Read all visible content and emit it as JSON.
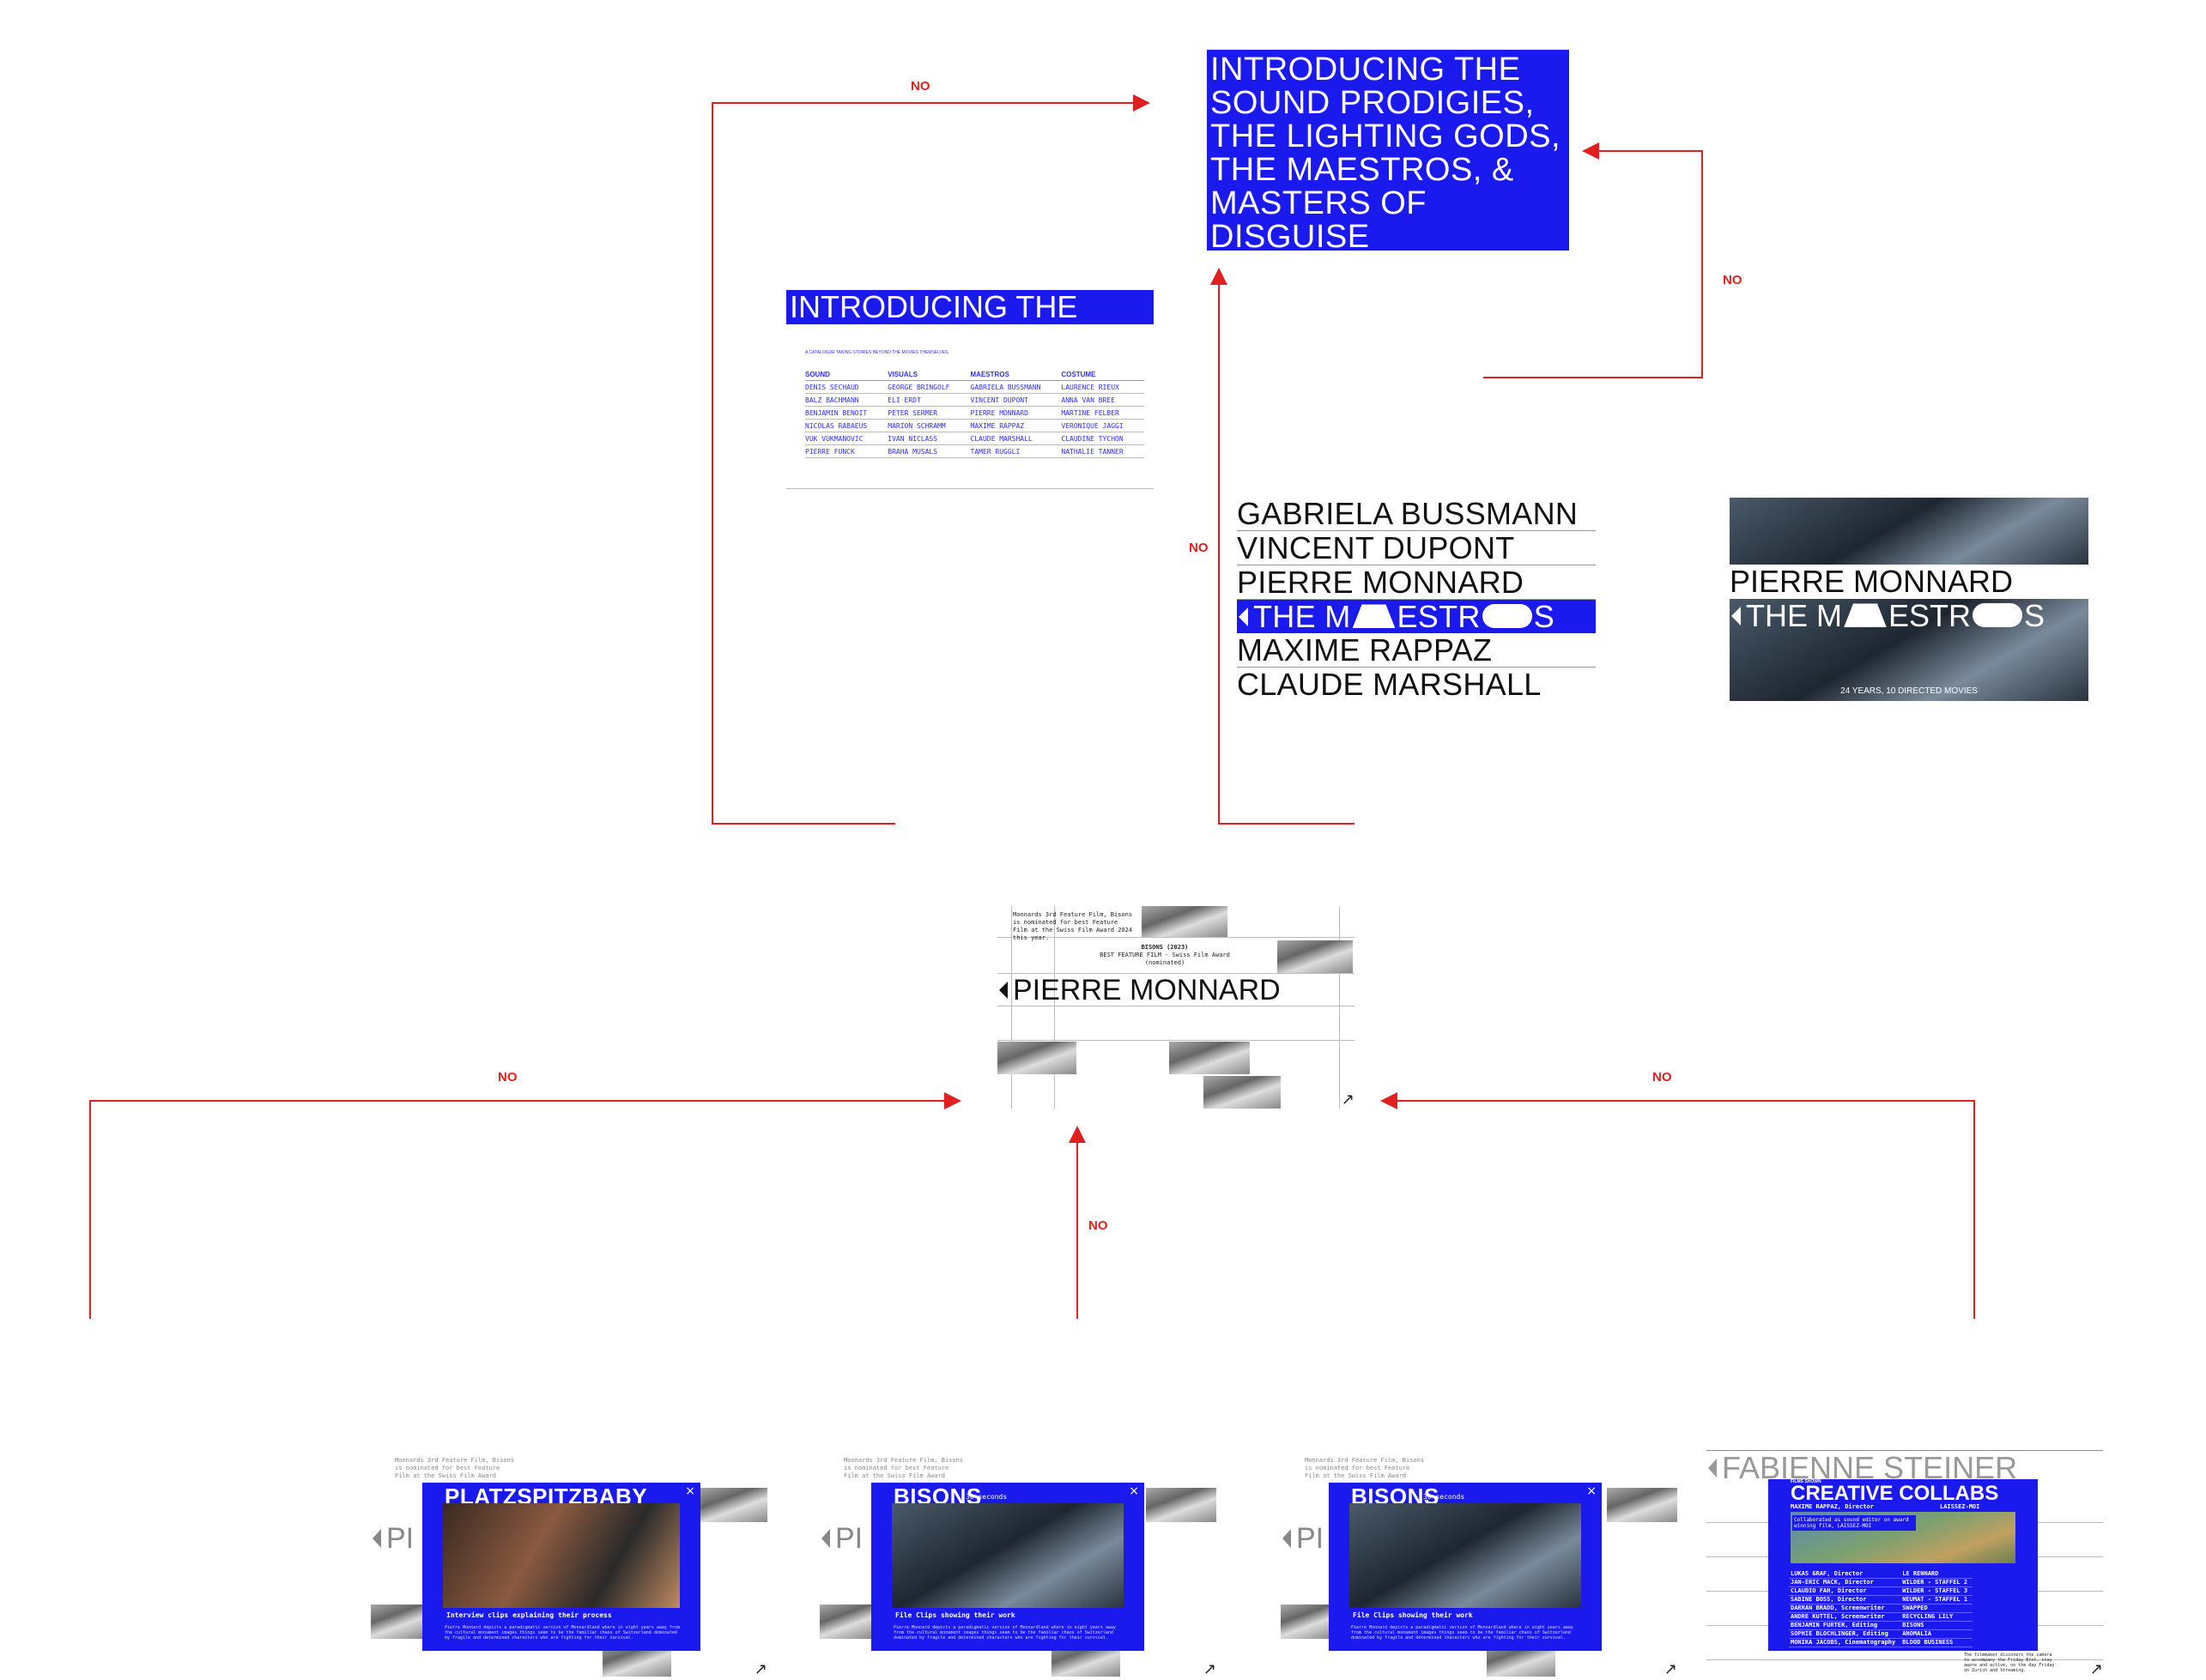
{
  "connectors": {
    "no_label": "NO"
  },
  "hero": {
    "title_lines": [
      "INTRODUCING THE",
      "SOUND PRODIGIES,",
      "THE LIGHTING GODS,",
      "THE MAESTROS, &",
      "MASTERS OF DISGUISE"
    ],
    "subtitle": "A CATALOGUE TAKING STORIES BEYOND THE MOVIES THEMSELVES."
  },
  "intro": {
    "title": "INTRODUCING THE",
    "subtitle": "A CATALOGUE TAKING STORIES BEYOND THE MOVIES THEMSELVES.",
    "columns": [
      "SOUND",
      "VISUALS",
      "MAESTROS",
      "COSTUME"
    ],
    "rows": [
      [
        "DENIS SECHAUD",
        "GEORGE BRINGOLF",
        "GABRIELA BUSSMANN",
        "LAURENCE RIEUX"
      ],
      [
        "BALZ BACHMANN",
        "ELI ERDT",
        "VINCENT DUPONT",
        "ANNA VAN BREE"
      ],
      [
        "BENJAMIN BENOIT",
        "PETER SERMER",
        "PIERRE MONNARD",
        "MARTINE FELBER"
      ],
      [
        "NICOLAS RABAEUS",
        "MARION SCHRAMM",
        "MAXIME RAPPAZ",
        "VERONIQUE JAGGI"
      ],
      [
        "VUK VUKMANOVIC",
        "IVAN NICLASS",
        "CLAUDE MARSHALL",
        "CLAUDINE TYCHON"
      ],
      [
        "PIERRE FUNCK",
        "BRAHA MUSALS",
        "TAMER RUGGLI",
        "NATHALIE TANNER"
      ]
    ]
  },
  "maestros_list": {
    "names": [
      "GABRIELA BUSSMANN",
      "VINCENT DUPONT",
      "PIERRE MONNARD",
      "MAXIME RAPPAZ",
      "CLAUDE MARSHALL"
    ],
    "selected_label_parts": [
      "THE M",
      "ESTR",
      "S"
    ]
  },
  "maestro_hover": {
    "name": "PIERRE MONNARD",
    "label_parts": [
      "THE M",
      "ESTR",
      "S"
    ],
    "caption": "24 YEARS, 10 DIRECTED MOVIES"
  },
  "profile": {
    "intro_text": "Monnards 3rd Feature Film, Bisons is nominated for best Feature Film at the Swiss Film Award 2024 this year.",
    "film_line1": "BISONS (2023)",
    "film_line2": "BEST FEATURE FILM - Swiss Film Award",
    "film_line3": "(nominated)",
    "name": "PIERRE MONNARD",
    "arrow": "↗"
  },
  "cards": [
    {
      "bg_text": "Monnards 3rd Feature Film, Bisons is nominated for best Feature Film at the Swiss Film Award",
      "bg_name": "PI",
      "title": "PLATZSPITZBABY",
      "duration": "",
      "caption": "Interview clips explaining their process",
      "text": "Pierre Monnard depicts a paradigmatic version of Monnardland where in eight years away from the cultural monument images things seem to be the familiar chaos of Switzerland dominated by fragile and determined characters who are fighting for their survival.",
      "close": "×",
      "arrow": "↗"
    },
    {
      "bg_text": "Monnards 3rd Feature Film, Bisons is nominated for best Feature Film at the Swiss Film Award",
      "bg_name": "PI",
      "title": "BISONS",
      "duration": "30 seconds",
      "caption": "File Clips showing their work",
      "text": "Pierre Monnard depicts a paradigmatic version of Monnardland where in eight years away from the cultural monument images things seem to be the familiar chaos of Switzerland dominated by fragile and determined characters who are fighting for their survival.",
      "close": "×",
      "arrow": "↗"
    },
    {
      "bg_text": "Monnards 3rd Feature Film, Bisons is nominated for best Feature Film at the Swiss Film Award",
      "bg_name": "PI",
      "title": "BISONS",
      "duration": "30 seconds",
      "caption": "File Clips showing their work",
      "text": "Pierre Monnard depicts a paradigmatic version of Monnardland where in eight years away from the cultural monument images things seem to be the familiar chaos of Switzerland dominated by fragile and determined characters who are fighting for their survival.",
      "close": "×",
      "arrow": "↗"
    }
  ],
  "collab_card": {
    "bg_name": "FABIENNE STEINER",
    "label": "FILMS SHOWN",
    "title": "CREATIVE COLLABS",
    "person": "MAXIME RAPPAZ, Director",
    "film": "LAISSEZ-MOI",
    "note": "Collaborated as sound editor on award winning film, LAISSEZ-MOI",
    "rows": [
      [
        "LUKAS GRAF, Director",
        "LE RENNARD"
      ],
      [
        "JAN-ERIC MACK, Director",
        "WILDER - STAFFEL 2"
      ],
      [
        "CLAUDIO FAH, Director",
        "WILDER - STAFFEL 3"
      ],
      [
        "SABINE BOSS, Director",
        "NEUMAT - STAFFEL 1"
      ],
      [
        "DARRAN BRADD, Screenwriter",
        "SWAPPED"
      ],
      [
        "ANDRE KUTTEL, Screenwriter",
        "RECYCLING LILY"
      ],
      [
        "BENJAMIN FURTER, Editing",
        "BISONS"
      ],
      [
        "SOPHIE BLOCHLINGER, Editing",
        "ANOMALIA"
      ],
      [
        "MONIKA JACOBS, Cinematography",
        "BLOOD BUSINESS"
      ]
    ],
    "footer_text": "The filmmaker discovers the camera to accompany the Friday Brot, stay aware and active, on the day Friday on Zurich and Streaming.",
    "arrow": "↗"
  }
}
